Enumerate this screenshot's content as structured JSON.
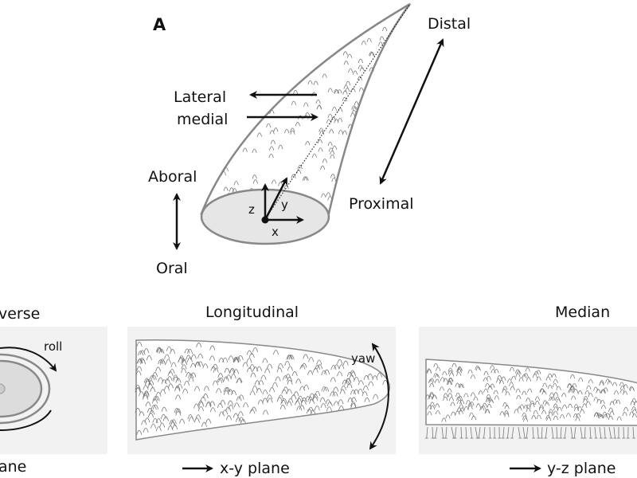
{
  "panel_a": {
    "label": "A",
    "distal": "Distal",
    "proximal": "Proximal",
    "lateral": "Lateral",
    "medial": "medial",
    "aboral": "Aboral",
    "oral": "Oral",
    "axis_z": "z",
    "axis_y": "y",
    "axis_x": "x"
  },
  "sections": [
    {
      "title": "verse",
      "motion": "roll",
      "plane": "ane"
    },
    {
      "title": "Longitudinal",
      "motion": "yaw",
      "plane": "x-y plane"
    },
    {
      "title": "Median",
      "plane": "y-z plane"
    }
  ],
  "colors": {
    "panel_bg": "#f2f2f2",
    "outline": "#888888",
    "base_fill": "#e6e6e6"
  }
}
